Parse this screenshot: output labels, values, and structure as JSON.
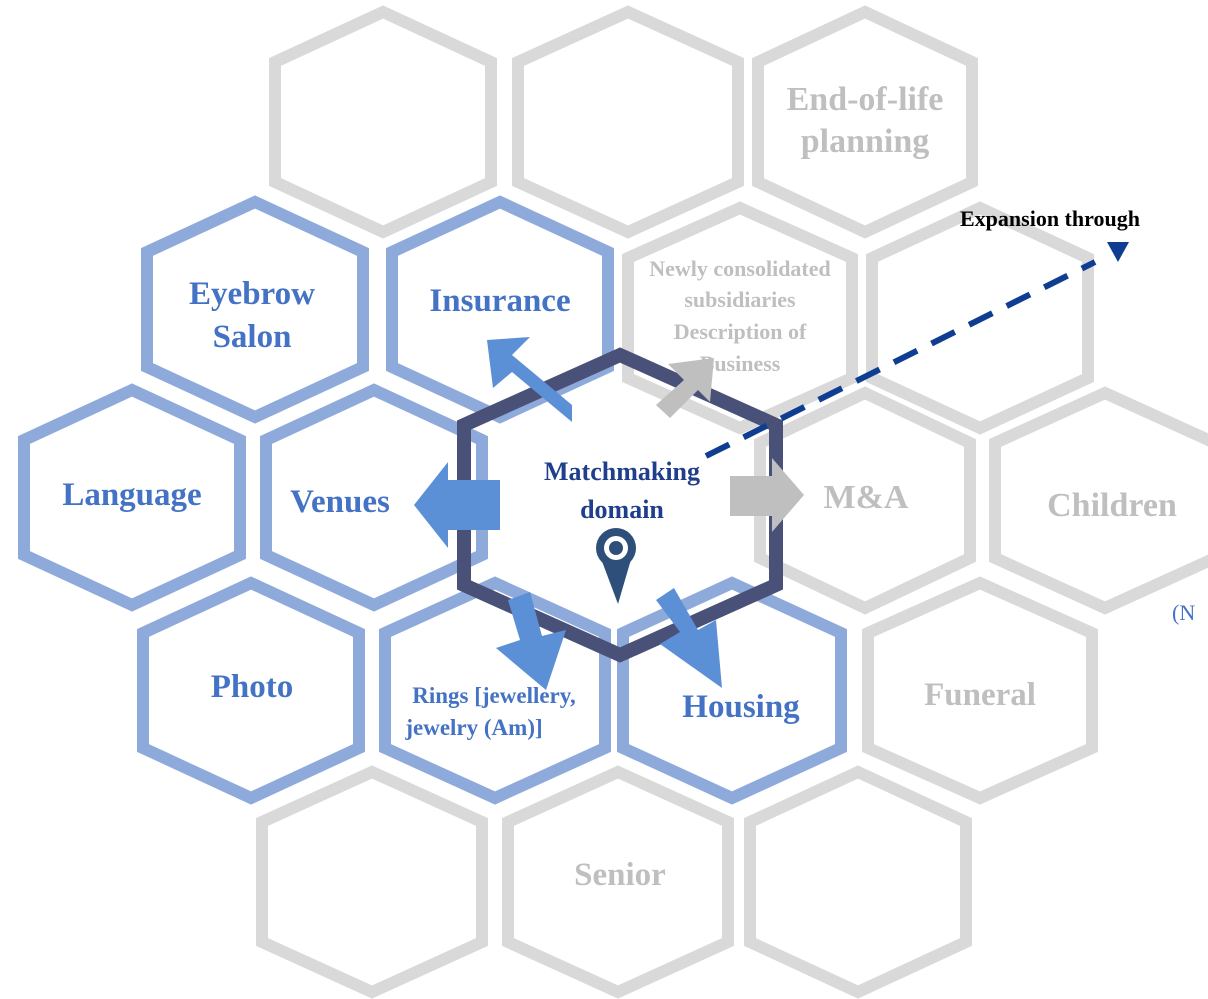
{
  "diagram": {
    "expansion_label": "Expansion through",
    "footnote_partial": "(N",
    "center": {
      "line1": "Matchmaking",
      "line2": "domain",
      "icon": "map-pin-icon"
    },
    "cells": {
      "end_of_life": {
        "line1": "End-of-life",
        "line2": "planning"
      },
      "eyebrow": {
        "line1": "Eyebrow",
        "line2": "Salon"
      },
      "insurance": {
        "label": "Insurance"
      },
      "new_subs": {
        "line1": "Newly consolidated",
        "line2": "subsidiaries",
        "line3": "Description of",
        "line4": "Business"
      },
      "language": {
        "label": "Language"
      },
      "venues": {
        "label": "Venues"
      },
      "ma": {
        "label": "M&A"
      },
      "children": {
        "label": "Children"
      },
      "photo": {
        "label": "Photo"
      },
      "rings": {
        "line1": "Rings [jewellery,",
        "line2": "jewelry (Am)]"
      },
      "housing": {
        "label": "Housing"
      },
      "funeral": {
        "label": "Funeral"
      },
      "senior": {
        "label": "Senior"
      }
    },
    "colors": {
      "blue_hex": "#8eaadb",
      "gray_hex": "#d9d9d9",
      "center_hex": "#4a5178",
      "blue_arrow": "#5b8fd6",
      "gray_arrow": "#bfbfbf",
      "dashed_arrow": "#0f3d91"
    }
  }
}
